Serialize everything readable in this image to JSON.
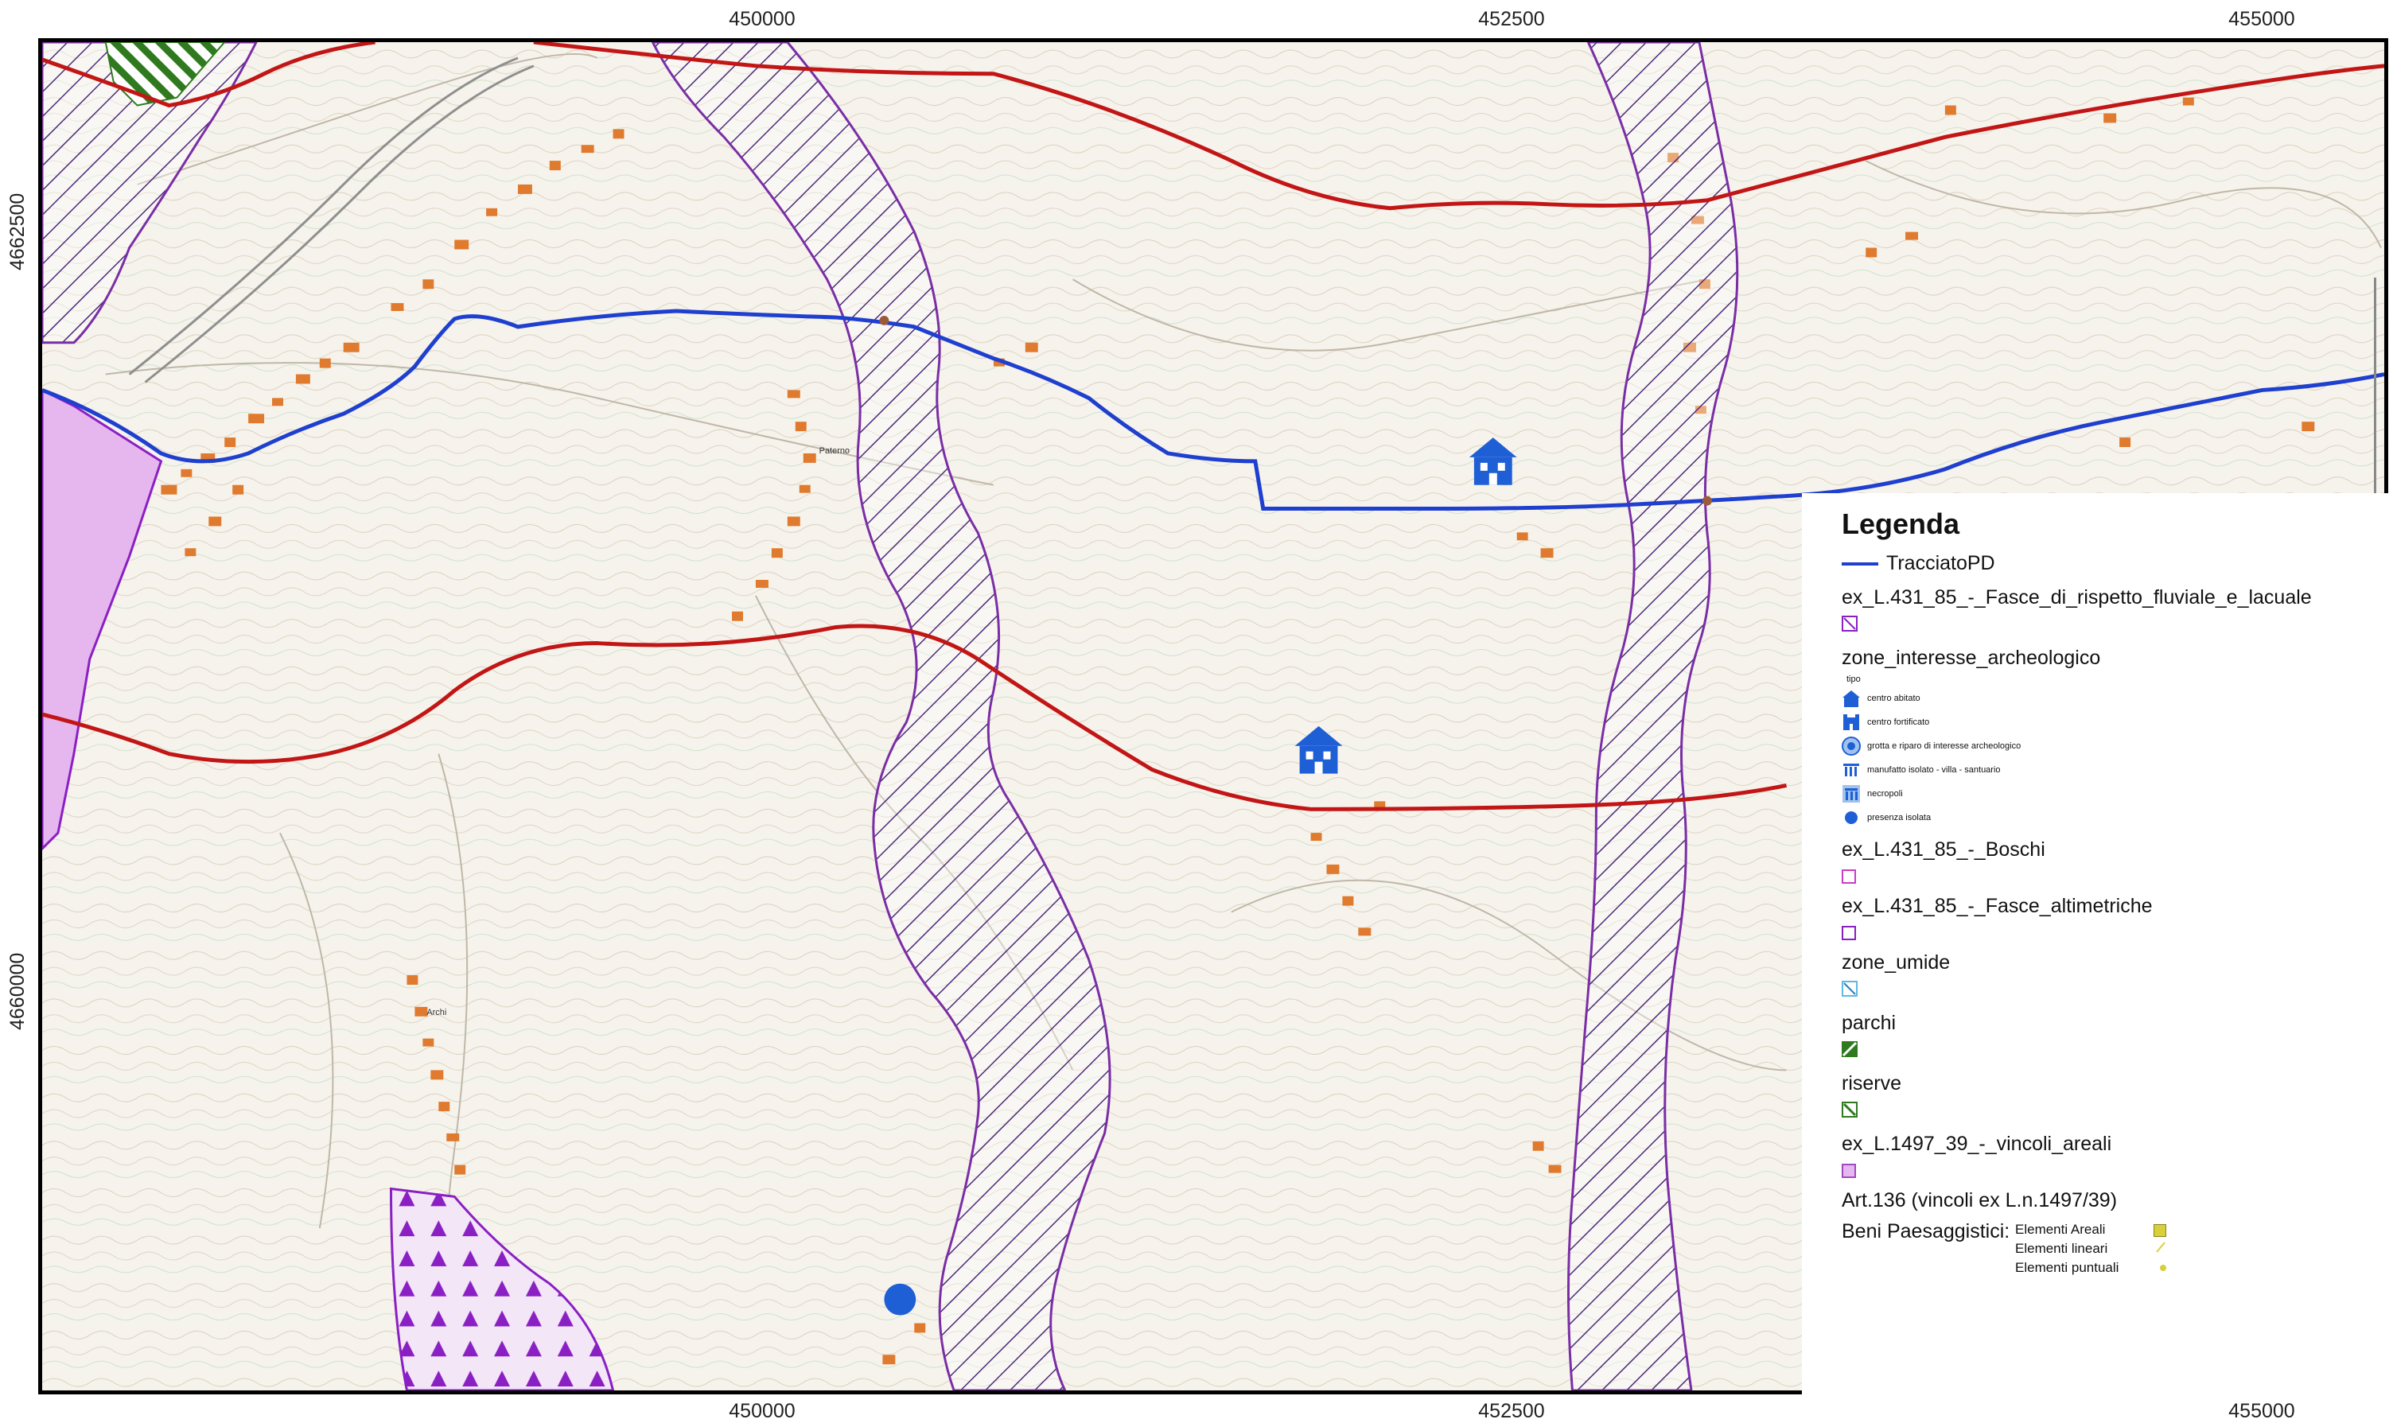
{
  "coords": {
    "top": [
      "450000",
      "452500",
      "455000"
    ],
    "bottom": [
      "450000",
      "452500",
      "455000"
    ],
    "left": [
      "4662500",
      "4660000"
    ]
  },
  "map_labels": [
    "Paterno",
    "Archi"
  ],
  "legend": {
    "title": "Legenda",
    "route": {
      "label": "TracciatoPD",
      "color": "#1f3fcf"
    },
    "layers": {
      "fasce_fluviali": "ex_L.431_85_-_Fasce_di_rispetto_fluviale_e_lacuale",
      "archeo": "zone_interesse_archeologico",
      "archeo_sub": "tipo",
      "archeo_items": [
        "centro abitato",
        "centro fortificato",
        "grotta e riparo di interesse archeologico",
        "manufatto isolato - villa - santuario",
        "necropoli",
        "presenza isolata"
      ],
      "boschi": "ex_L.431_85_-_Boschi",
      "altimetriche": "ex_L.431_85_-_Fasce_altimetriche",
      "umide": "zone_umide",
      "parchi": "parchi",
      "riserve": "riserve",
      "vincoli": "ex_L.1497_39_-_vincoli_areali"
    },
    "art136": "Art.136 (vincoli ex L.n.1497/39)",
    "beni_label": "Beni Paesaggistici:",
    "beni_items": [
      "Elementi Areali",
      "Elementi lineari",
      "Elementi puntuali"
    ]
  },
  "colors": {
    "purple": "#6a2c8c",
    "hatch": "#4b2a7a",
    "red": "#c21616",
    "blue": "#1f3fcf",
    "orange": "#e07a2e",
    "green": "#2f7a1e",
    "pink": "#e6b7ee",
    "yellow": "#d8cf3a"
  }
}
